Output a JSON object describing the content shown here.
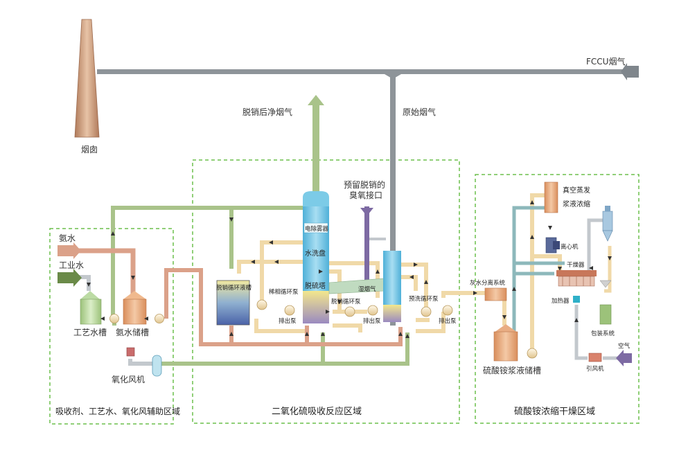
{
  "labels": {
    "chimney": "烟囱",
    "fccu_flue_gas": "FCCU烟气",
    "clean_flue_gas": "脱销后净烟气",
    "raw_flue_gas": "原始烟气",
    "ozone_port": [
      "预留脱销的",
      "臭氧接口"
    ],
    "ammonia_water": "氨水",
    "industrial_water": "工业水",
    "process_water_tank": "工艺水槽",
    "ammonia_storage_tank": "氨水储槽",
    "oxidation_fan": "氧化风机",
    "demister": "电除雾器",
    "water_wash_tray": "水洗盘",
    "desulfurization_tower": "脱硫塔",
    "wet_flue_gas": "湿烟气",
    "denitration_circulation_tank": "脱销循环液槽",
    "dilute_circulation_pump": "稀相循环泵",
    "discharge_pump_1": "排出泵",
    "denitration_circulation_pump": "脱销循环泵",
    "discharge_pump_2": "排出泵",
    "prewash_circulation_pump": "预洗循环泵",
    "discharge_pump_3": "排出泵",
    "ash_separation_system": "灰水分离系统",
    "vacuum_evaporation": "真空蒸发",
    "slurry_concentration": "浆液浓缩",
    "centrifuge": "离心机",
    "dryer": "干燥器",
    "heater": "加热器",
    "packaging_system": "包装系统",
    "air": "空气",
    "induced_draft_fan": "引风机",
    "ammonium_sulfate_slurry_tank": "硫酸铵浆液储槽"
  },
  "regions": {
    "aux_area": "吸收剂、工艺水、氧化风辅助区域",
    "reaction_area": "二氧化硫吸收反应区域",
    "drying_area": "硫酸铵浓缩干燥区域"
  },
  "colors": {
    "flue_gray": "#8e9499",
    "green_line": "#a9c38a",
    "beige_line": "#f0d9a8",
    "salmon_line": "#dba189",
    "teal_line": "#8db8bb",
    "tower_blue": "#6cc4e4",
    "purple_arrow": "#7d6aa3",
    "dashed_border": "#6cbf4b"
  }
}
